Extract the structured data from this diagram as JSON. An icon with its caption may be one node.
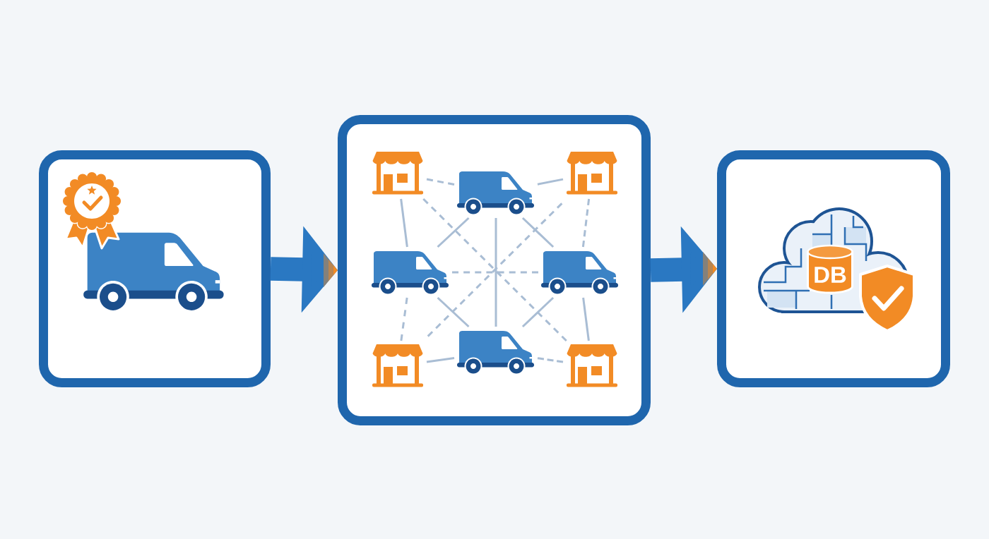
{
  "diagram": {
    "nodes": [
      {
        "text": [],
        "shape": "box"
      },
      {
        "text": [],
        "shape": "box"
      },
      {
        "text": [],
        "shape": "picture",
        "in": 1
      },
      {
        "text": [],
        "shape": "picture",
        "in": 1
      },
      {
        "text": [],
        "shape": "picture",
        "in": 1
      },
      {
        "text": [],
        "shape": "picture",
        "in": 1
      },
      {
        "text": [],
        "shape": "picture",
        "in": 1
      },
      {
        "text": [],
        "shape": "picture",
        "in": 1
      },
      {
        "text": [],
        "shape": "picture",
        "in": 1
      },
      {
        "text": [],
        "shape": "picture",
        "in": 1
      },
      {
        "text": [],
        "shape": "box"
      },
      {
        "text": [
          "DB"
        ],
        "in": 10
      }
    ],
    "edges": [
      {
        "from": 0,
        "to": 1,
        "arrow": "to",
        "style": "thick",
        "color": "#2a78c2"
      },
      {
        "from": 1,
        "to": 10,
        "arrow": "to",
        "style": "thick",
        "color": "#2a78c2"
      },
      {
        "from": 2,
        "to": 3,
        "arrow": "none",
        "style": "dashed"
      },
      {
        "from": 3,
        "to": 4,
        "arrow": "none"
      },
      {
        "from": 2,
        "to": 5,
        "arrow": "none"
      },
      {
        "from": 4,
        "to": 6,
        "arrow": "none",
        "style": "dashed"
      },
      {
        "from": 2,
        "to": 9,
        "arrow": "none",
        "style": "dashed"
      },
      {
        "from": 4,
        "to": 7,
        "arrow": "none",
        "style": "dashed"
      },
      {
        "from": 3,
        "to": 5,
        "arrow": "none"
      },
      {
        "from": 3,
        "to": 6,
        "arrow": "none"
      },
      {
        "from": 3,
        "to": 8,
        "arrow": "none"
      },
      {
        "from": 5,
        "to": 6,
        "arrow": "none",
        "style": "dashed"
      },
      {
        "from": 5,
        "to": 7,
        "arrow": "none",
        "style": "dashed"
      },
      {
        "from": 6,
        "to": 9,
        "arrow": "none"
      },
      {
        "from": 5,
        "to": 8,
        "arrow": "none"
      },
      {
        "from": 6,
        "to": 8,
        "arrow": "none"
      },
      {
        "from": 7,
        "to": 8,
        "arrow": "none"
      },
      {
        "from": 8,
        "to": 9,
        "arrow": "none",
        "style": "dashed"
      }
    ]
  }
}
